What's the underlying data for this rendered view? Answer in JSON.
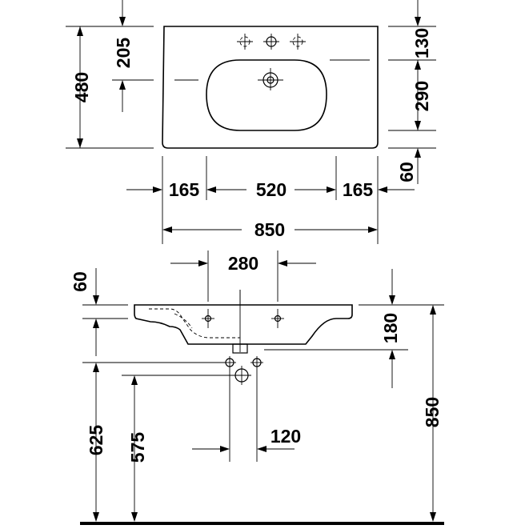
{
  "top_view": {
    "overall_width": "850",
    "left_margin": "165",
    "bowl_width": "520",
    "right_margin": "165",
    "overall_depth": "480",
    "tap_hole_offset": "205",
    "back_to_taps": "130",
    "bowl_depth": "290",
    "front_to_bowl": "60"
  },
  "side_view": {
    "tap_spacing": "280",
    "rim_thickness": "60",
    "basin_depth": "180",
    "rim_height": "850",
    "trap_height_upper": "625",
    "trap_height_lower": "575",
    "trap_spacing": "120"
  }
}
